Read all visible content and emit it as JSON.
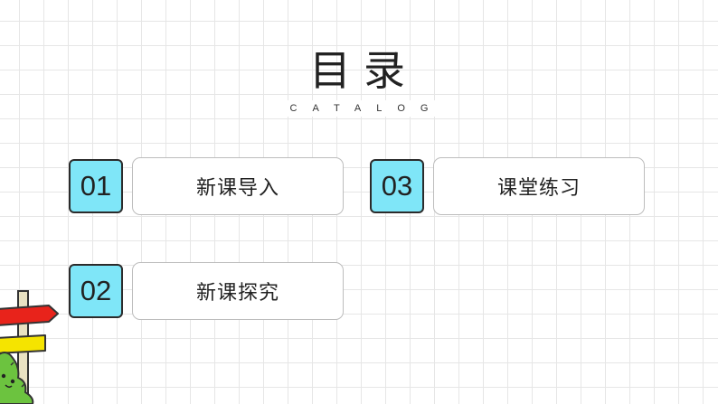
{
  "header": {
    "title": "目录",
    "subtitle": "CATALOG"
  },
  "items": [
    {
      "number": "01",
      "label": "新课导入"
    },
    {
      "number": "02",
      "label": "新课探究"
    },
    {
      "number": "03",
      "label": "课堂练习"
    }
  ],
  "colors": {
    "number_fill": "#7fe6f8",
    "grid_line": "#e6e6e6"
  },
  "decoration": {
    "icon": "signpost-cactus-icon"
  }
}
